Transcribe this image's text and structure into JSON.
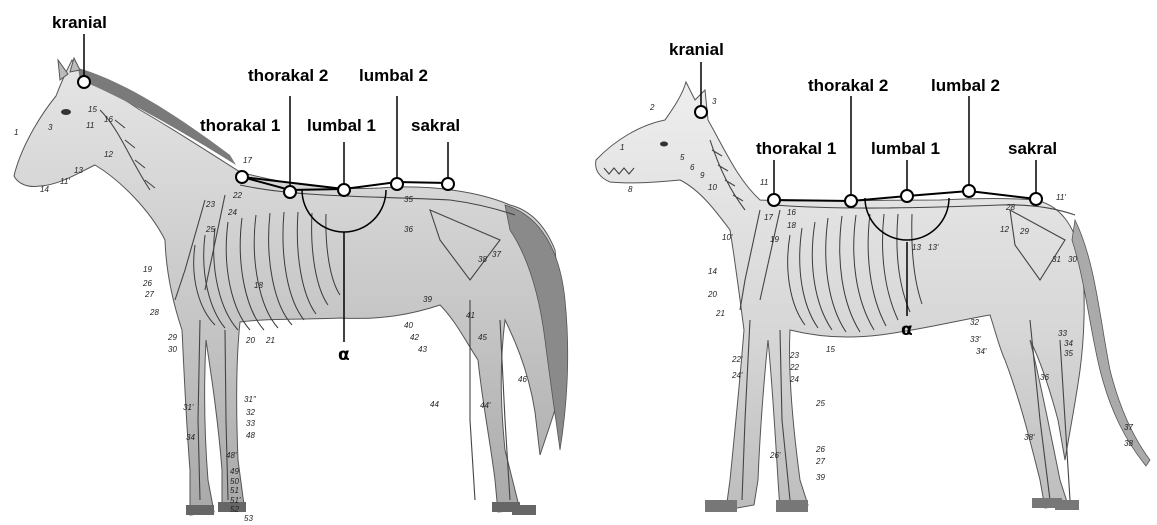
{
  "colors": {
    "background": "#ffffff",
    "marker_line": "#000000",
    "marker_fill": "#ffffff",
    "body_fill": "#cfcfcf",
    "body_shade": "#9a9a9a",
    "bone_stroke": "#444444"
  },
  "horse": {
    "labels": {
      "kranial": "kranial",
      "thorakal1": "thorakal 1",
      "thorakal2": "thorakal 2",
      "lumbal1": "lumbal 1",
      "lumbal2": "lumbal 2",
      "sakral": "sakral",
      "alpha": "α"
    }
  },
  "dog": {
    "labels": {
      "kranial": "kranial",
      "thorakal1": "thorakal 1",
      "thorakal2": "thorakal 2",
      "lumbal1": "lumbal 1",
      "lumbal2": "lumbal 2",
      "sakral": "sakral",
      "alpha": "α"
    }
  },
  "anatomy_numbers": {
    "horse": [
      "1",
      "3",
      "11",
      "13",
      "14",
      "11'",
      "15",
      "16",
      "12",
      "17",
      "22",
      "23",
      "24",
      "25",
      "19",
      "26",
      "27",
      "28",
      "29",
      "30",
      "18",
      "20",
      "21",
      "35",
      "36",
      "37",
      "38",
      "39",
      "40",
      "41",
      "42",
      "43",
      "45",
      "46",
      "31'",
      "31''",
      "32",
      "33",
      "34",
      "48",
      "48'",
      "49",
      "50",
      "51",
      "51'",
      "52",
      "53",
      "44",
      "44'"
    ],
    "dog": [
      "2",
      "3",
      "1",
      "6",
      "5",
      "8",
      "9",
      "10",
      "10'",
      "11",
      "17",
      "16",
      "18",
      "19",
      "14",
      "20",
      "21",
      "22'",
      "24'",
      "22",
      "23",
      "24",
      "25",
      "26",
      "26'",
      "27",
      "39",
      "15",
      "13",
      "13'",
      "28",
      "29",
      "12",
      "31",
      "30",
      "32",
      "33",
      "34",
      "35",
      "36",
      "37",
      "38",
      "38'",
      "33'",
      "34'",
      "11'"
    ]
  }
}
